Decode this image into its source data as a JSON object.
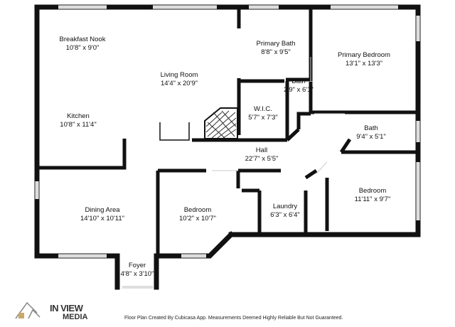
{
  "rooms": [
    {
      "id": "breakfast",
      "name": "Breakfast Nook",
      "dims": "10'8\" x 9'0\""
    },
    {
      "id": "living",
      "name": "Living Room",
      "dims": "14'4\" x 20'9\""
    },
    {
      "id": "primary-bath",
      "name": "Primary Bath",
      "dims": "8'8\" x 9'5\""
    },
    {
      "id": "primary-bedroom",
      "name": "Primary Bedroom",
      "dims": "13'1\" x 13'3\""
    },
    {
      "id": "bath-small",
      "name": "Bath",
      "dims": "2'9\" x 6'1\""
    },
    {
      "id": "kitchen",
      "name": "Kitchen",
      "dims": "10'8\" x 11'4\""
    },
    {
      "id": "wic",
      "name": "W.I.C.",
      "dims": "5'7\" x 7'3\""
    },
    {
      "id": "bath2",
      "name": "Bath",
      "dims": "9'4\" x 5'1\""
    },
    {
      "id": "hall",
      "name": "Hall",
      "dims": "22'7\" x 5'5\""
    },
    {
      "id": "bedroom-right",
      "name": "Bedroom",
      "dims": "11'11\" x 9'7\""
    },
    {
      "id": "dining",
      "name": "Dining Area",
      "dims": "14'10\" x 10'11\""
    },
    {
      "id": "bedroom-mid",
      "name": "Bedroom",
      "dims": "10'2\" x 10'7\""
    },
    {
      "id": "laundry",
      "name": "Laundry",
      "dims": "6'3\" x 6'4\""
    },
    {
      "id": "foyer",
      "name": "Foyer",
      "dims": "4'8\" x 3'10\""
    }
  ],
  "footer_note": "Floor Plan Created By Cubicasa App. Measurements Deemed Highly Reliable But Not Guaranteed.",
  "logo": {
    "text": "IN VIEW",
    "sub": "MEDIA"
  },
  "colors": {
    "wall": "#111111",
    "window": "#bdbdbd",
    "fireplace_hatch": "#333333"
  }
}
